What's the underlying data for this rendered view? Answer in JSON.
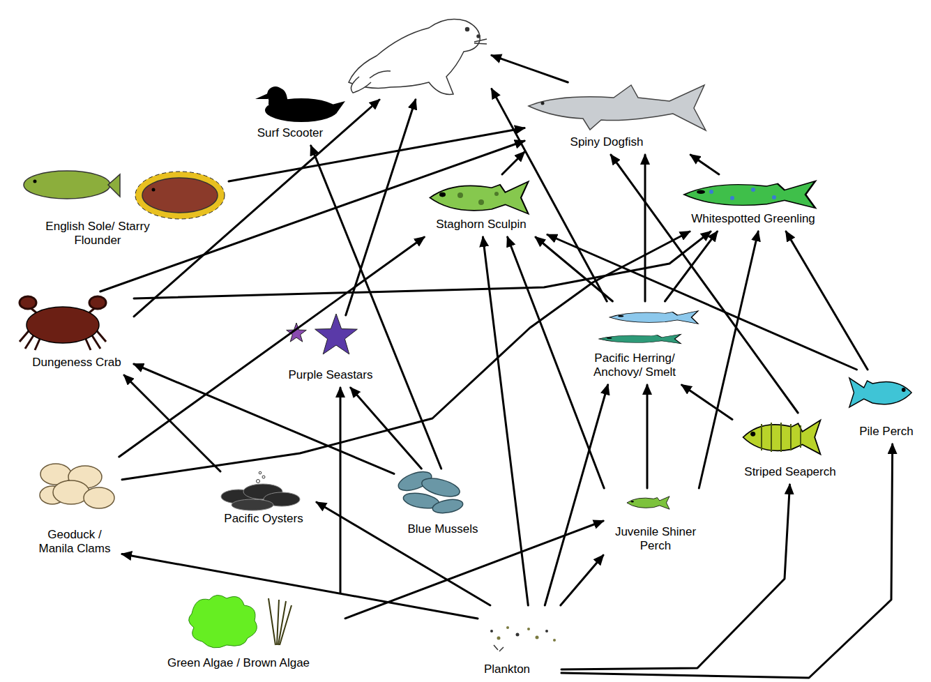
{
  "diagram": {
    "nodes": [
      {
        "text": []
      },
      {
        "text": [
          "Surf Scooter"
        ]
      },
      {
        "text": [
          "Spiny Dogfish"
        ]
      },
      {
        "text": [
          "English Sole/ Starry Flounder"
        ]
      },
      {
        "text": [
          "Staghorn Sculpin"
        ]
      },
      {
        "text": [
          "Whitespotted Greenling"
        ]
      },
      {
        "text": [
          "Dungeness Crab"
        ]
      },
      {
        "text": [
          "Purple Seastars"
        ]
      },
      {
        "text": [
          "Pacific Herring/ Anchovy/ Smelt"
        ]
      },
      {
        "text": [
          "Pile Perch"
        ]
      },
      {
        "text": [
          "Striped Seaperch"
        ]
      },
      {
        "text": [
          "Geoduck / Manila Clams"
        ]
      },
      {
        "text": [
          "Pacific Oysters"
        ]
      },
      {
        "text": [
          "Blue Mussels"
        ]
      },
      {
        "text": [
          "Juvenile Shiner Perch"
        ]
      },
      {
        "text": [
          "Green Algae / Brown Algae"
        ]
      },
      {
        "text": [
          "Plankton"
        ]
      }
    ],
    "edges": [
      {
        "from": 2,
        "to": 0,
        "arrow": "to"
      },
      {
        "from": 6,
        "to": 0,
        "arrow": "to"
      },
      {
        "from": 7,
        "to": 0,
        "arrow": "to"
      },
      {
        "from": 8,
        "to": 0,
        "arrow": "to"
      },
      {
        "from": 13,
        "to": 1,
        "arrow": "to"
      },
      {
        "from": 3,
        "to": 2,
        "arrow": "to"
      },
      {
        "from": 6,
        "to": 2,
        "arrow": "to"
      },
      {
        "from": 4,
        "to": 2,
        "arrow": "to"
      },
      {
        "from": 5,
        "to": 2,
        "arrow": "to"
      },
      {
        "from": 8,
        "to": 2,
        "arrow": "to"
      },
      {
        "from": 8,
        "to": 5,
        "arrow": "to"
      },
      {
        "from": 8,
        "to": 4,
        "arrow": "to"
      },
      {
        "from": 6,
        "to": 5,
        "arrow": "to"
      },
      {
        "from": 9,
        "to": 4,
        "arrow": "to"
      },
      {
        "from": 9,
        "to": 5,
        "arrow": "to"
      },
      {
        "from": 10,
        "to": 2,
        "arrow": "to"
      },
      {
        "from": 10,
        "to": 8,
        "arrow": "to"
      },
      {
        "from": 14,
        "to": 8,
        "arrow": "to"
      },
      {
        "from": 14,
        "to": 5,
        "arrow": "to"
      },
      {
        "from": 14,
        "to": 4,
        "arrow": "to"
      },
      {
        "from": 16,
        "to": 4,
        "arrow": "to"
      },
      {
        "from": 16,
        "to": 8,
        "arrow": "to"
      },
      {
        "from": 16,
        "to": 14,
        "arrow": "to"
      },
      {
        "from": 16,
        "to": 12,
        "arrow": "to"
      },
      {
        "from": 16,
        "to": 11,
        "arrow": "to"
      },
      {
        "from": 15,
        "to": 14,
        "arrow": "to"
      },
      {
        "from": 15,
        "to": 7,
        "arrow": "to"
      },
      {
        "from": 13,
        "to": 7,
        "arrow": "to"
      },
      {
        "from": 13,
        "to": 6,
        "arrow": "to"
      },
      {
        "from": 12,
        "to": 6,
        "arrow": "to"
      },
      {
        "from": 11,
        "to": 4,
        "arrow": "to"
      },
      {
        "from": 11,
        "to": 5,
        "arrow": "to"
      },
      {
        "from": 16,
        "to": 10,
        "arrow": "to"
      },
      {
        "from": 16,
        "to": 9,
        "arrow": "to"
      }
    ]
  }
}
